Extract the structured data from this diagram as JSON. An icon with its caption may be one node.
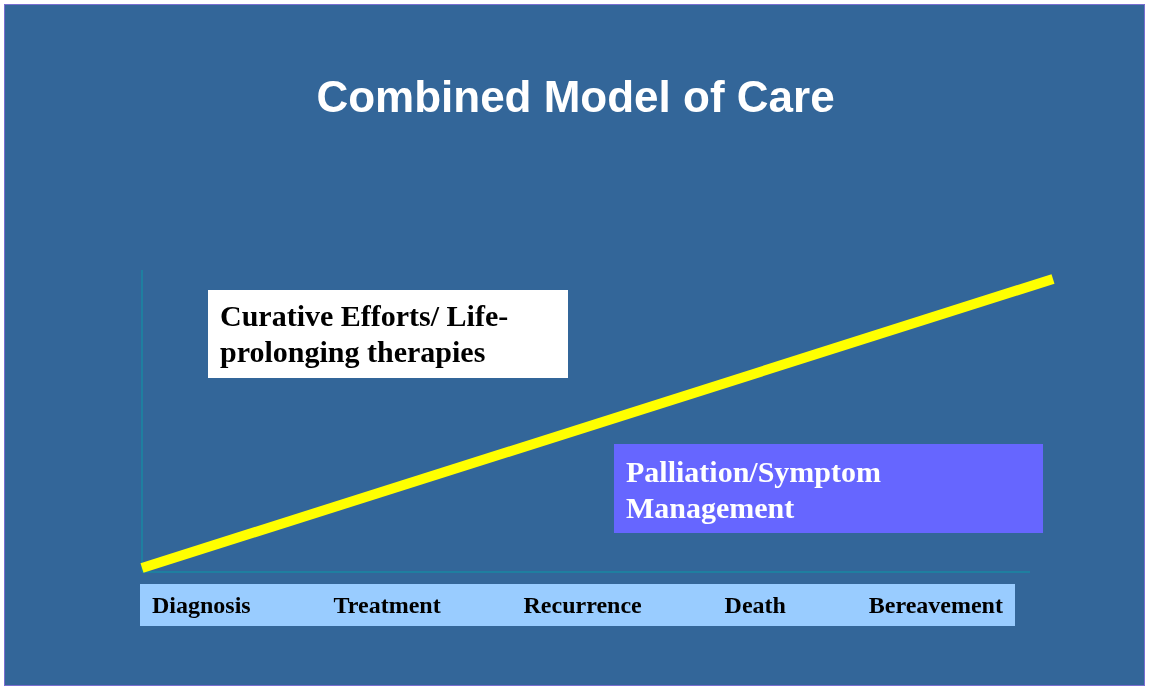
{
  "diagram": {
    "title": "Combined Model of Care",
    "nodes": [
      {
        "text": [
          "Curative Efforts/ Life-prolonging therapies"
        ]
      },
      {
        "text": [
          "Palliation/Symptom Management"
        ]
      },
      {
        "text": [
          "Diagnosis",
          "Treatment",
          "Recurrence",
          "Death",
          "Bereavement"
        ]
      }
    ]
  }
}
